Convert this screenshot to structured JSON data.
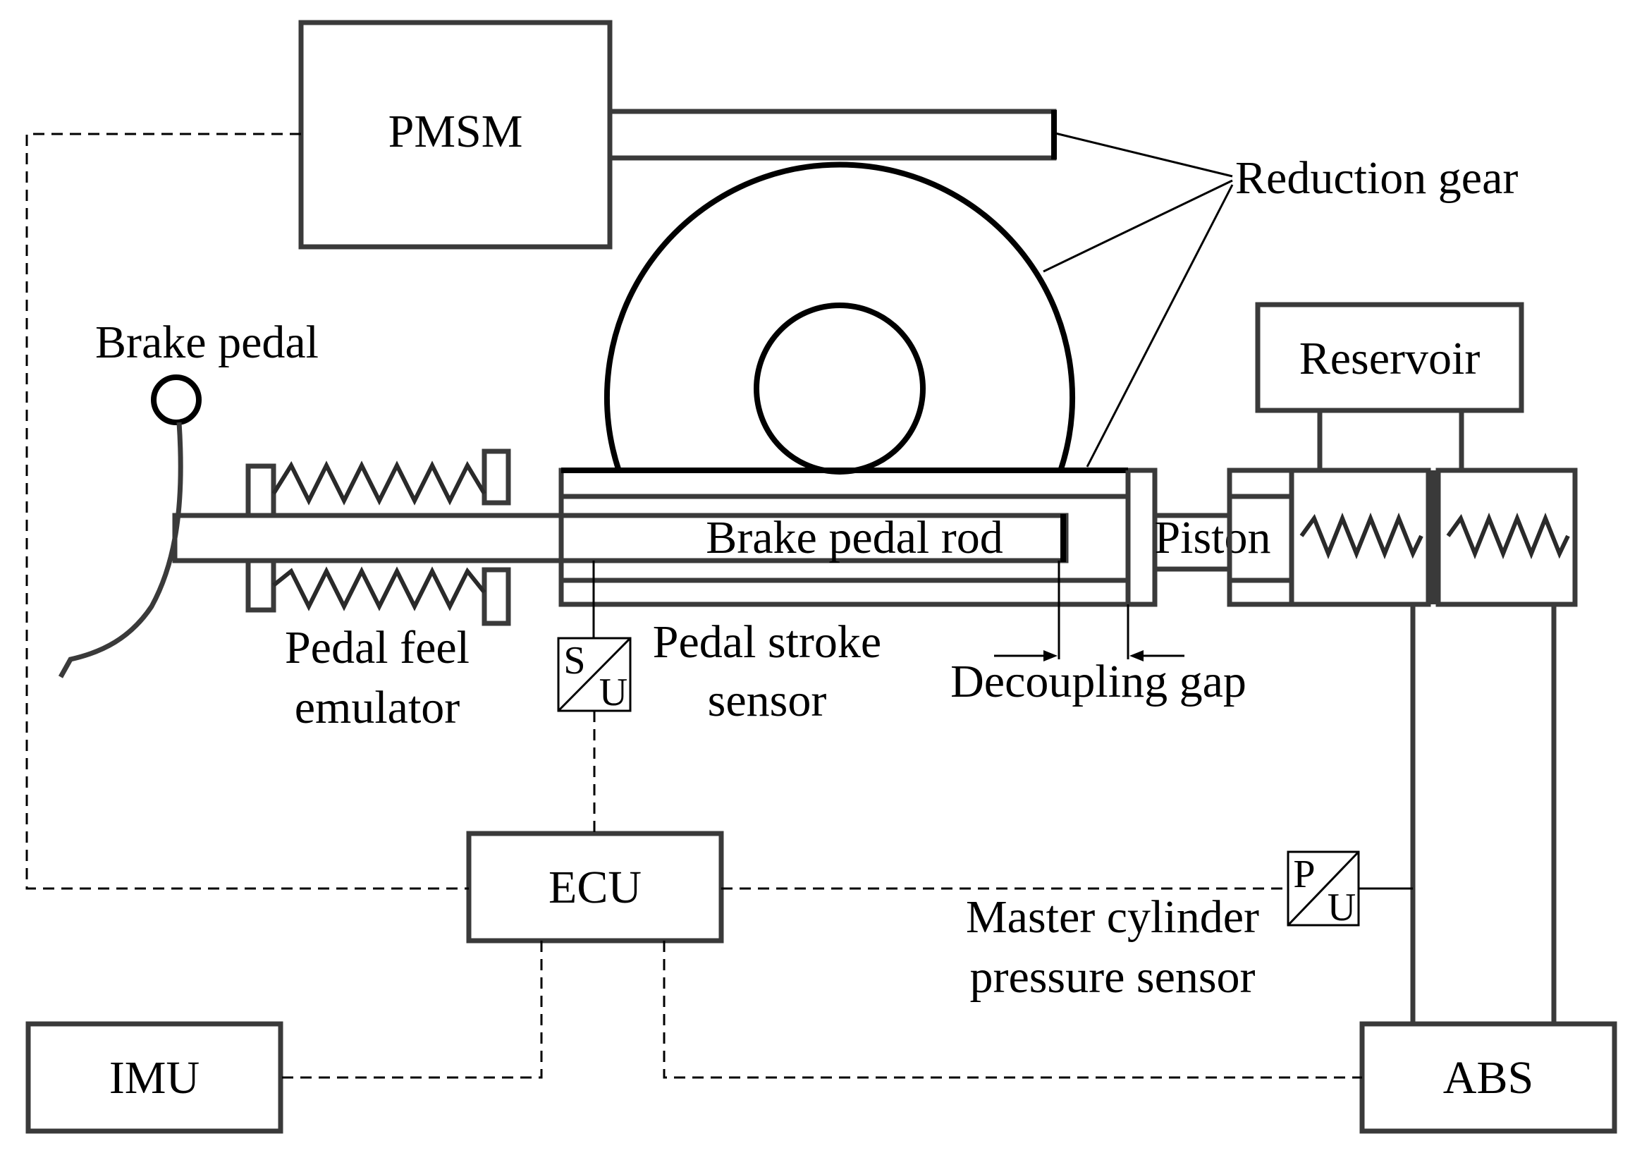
{
  "components": {
    "pmsm": "PMSM",
    "reduction_gear": "Reduction gear",
    "brake_pedal": "Brake pedal",
    "reservoir": "Reservoir",
    "brake_pedal_rod": "Brake pedal rod",
    "piston": "Piston",
    "pedal_feel_emulator_line1": "Pedal feel",
    "pedal_feel_emulator_line2": "emulator",
    "pedal_stroke_sensor_line1": "Pedal stroke",
    "pedal_stroke_sensor_line2": "sensor",
    "decoupling_gap": "Decoupling gap",
    "ecu": "ECU",
    "master_cylinder_sensor_line1": "Master cylinder",
    "master_cylinder_sensor_line2": "pressure sensor",
    "imu": "IMU",
    "abs": "ABS"
  },
  "sensor_symbols": {
    "stroke_top": "S",
    "stroke_bottom": "U",
    "pressure_top": "P",
    "pressure_bottom": "U"
  },
  "colors": {
    "line": "#000000",
    "component_outline": "#3a3a3a",
    "background": "#ffffff"
  }
}
